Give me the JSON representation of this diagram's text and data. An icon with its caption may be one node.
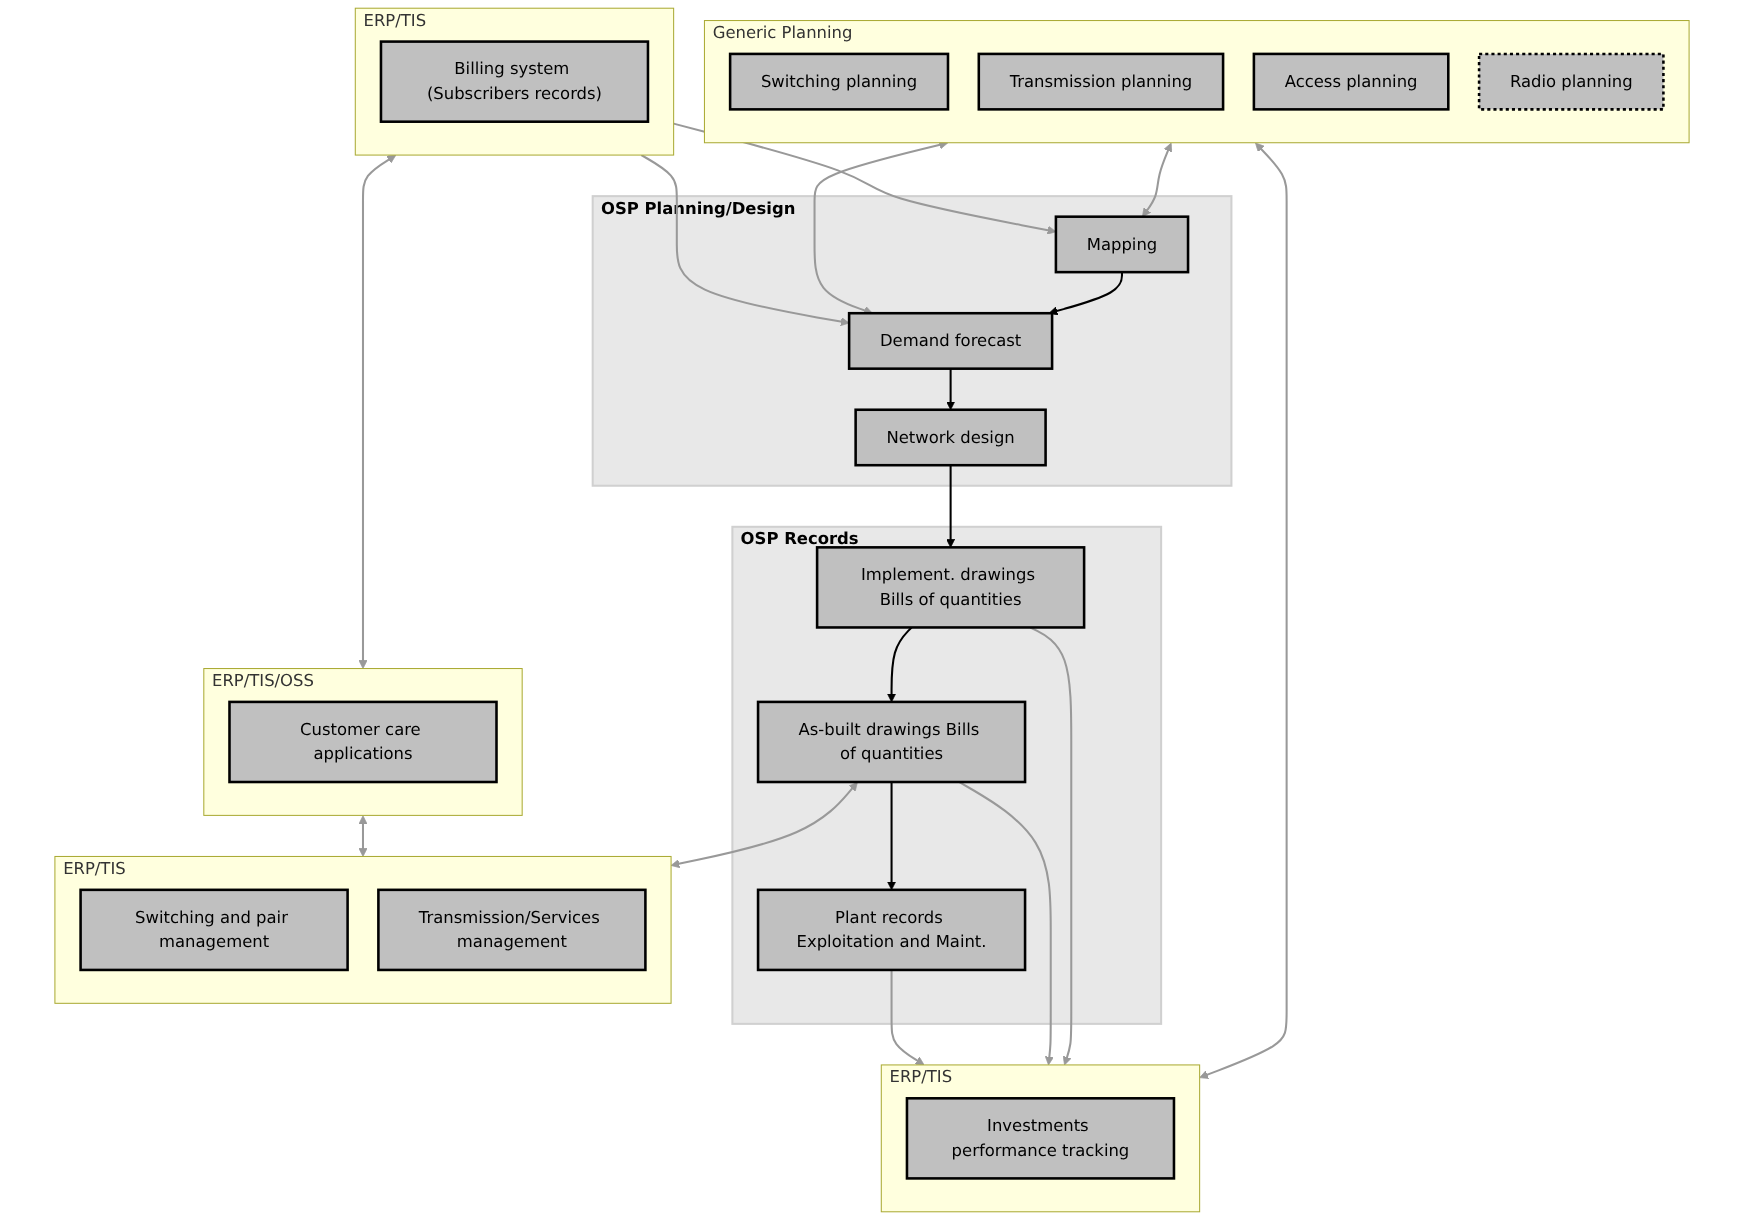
{
  "diagram": {
    "nodes": [
      {
        "text": [
          "Generic Planning"
        ]
      },
      {
        "text": [
          "Switching planning"
        ],
        "in": 0
      },
      {
        "text": [
          "Transmission planning"
        ],
        "in": 0
      },
      {
        "text": [
          "Access planning"
        ],
        "in": 0
      },
      {
        "text": [
          "Radio planning"
        ],
        "in": 0
      },
      {
        "text": [
          "OSP Planning/Design"
        ]
      },
      {
        "text": [
          "Mapping"
        ],
        "in": 5
      },
      {
        "text": [
          "Demand forecast"
        ],
        "in": 5
      },
      {
        "text": [
          "Network design"
        ],
        "in": 5
      },
      {
        "text": [
          "ERP/TIS"
        ]
      },
      {
        "text": [
          "Billing system (Subscribers records)"
        ],
        "in": 9
      },
      {
        "text": [
          "ERP/TIS/OSS"
        ]
      },
      {
        "text": [
          "Customer care applications"
        ],
        "in": 11
      },
      {
        "text": [
          "OSP Records"
        ]
      },
      {
        "text": [
          "Implement. drawings Bills of quantities"
        ],
        "in": 13
      },
      {
        "text": [
          "As-built drawings Bills of quantities"
        ],
        "in": 13
      },
      {
        "text": [
          "Plant records Exploitation and Maint."
        ],
        "in": 13
      },
      {
        "text": [
          "ERP/TIS"
        ]
      },
      {
        "text": [
          "Investments performance tracking"
        ],
        "in": 17
      },
      {
        "text": [
          "ERP/TIS"
        ]
      },
      {
        "text": [
          "Switching and pair management"
        ],
        "in": 19
      },
      {
        "text": [
          "Transmission/Services management"
        ],
        "in": 19
      }
    ],
    "edges": [
      {
        "from": 0,
        "to": 6,
        "arrow": "both"
      },
      {
        "from": 0,
        "to": 7,
        "arrow": "both"
      },
      {
        "from": 9,
        "to": 6,
        "arrow": "to"
      },
      {
        "from": 9,
        "to": 7,
        "arrow": "to"
      },
      {
        "from": 6,
        "to": 7,
        "arrow": "to",
        "color": "#000000"
      },
      {
        "from": 7,
        "to": 8,
        "arrow": "to",
        "color": "#000000"
      },
      {
        "from": 8,
        "to": 14,
        "arrow": "to",
        "color": "#000000"
      },
      {
        "from": 14,
        "to": 15,
        "arrow": "to",
        "color": "#000000"
      },
      {
        "from": 15,
        "to": 16,
        "arrow": "to",
        "color": "#000000"
      },
      {
        "from": 9,
        "to": 11,
        "arrow": "both"
      },
      {
        "from": 11,
        "to": 19,
        "arrow": "both"
      },
      {
        "from": 0,
        "to": 17,
        "arrow": "both"
      },
      {
        "from": 14,
        "to": 17,
        "arrow": "to"
      },
      {
        "from": 15,
        "to": 17,
        "arrow": "to"
      },
      {
        "from": 15,
        "to": 19,
        "arrow": "both"
      },
      {
        "from": 16,
        "to": 17,
        "arrow": "to"
      }
    ]
  }
}
